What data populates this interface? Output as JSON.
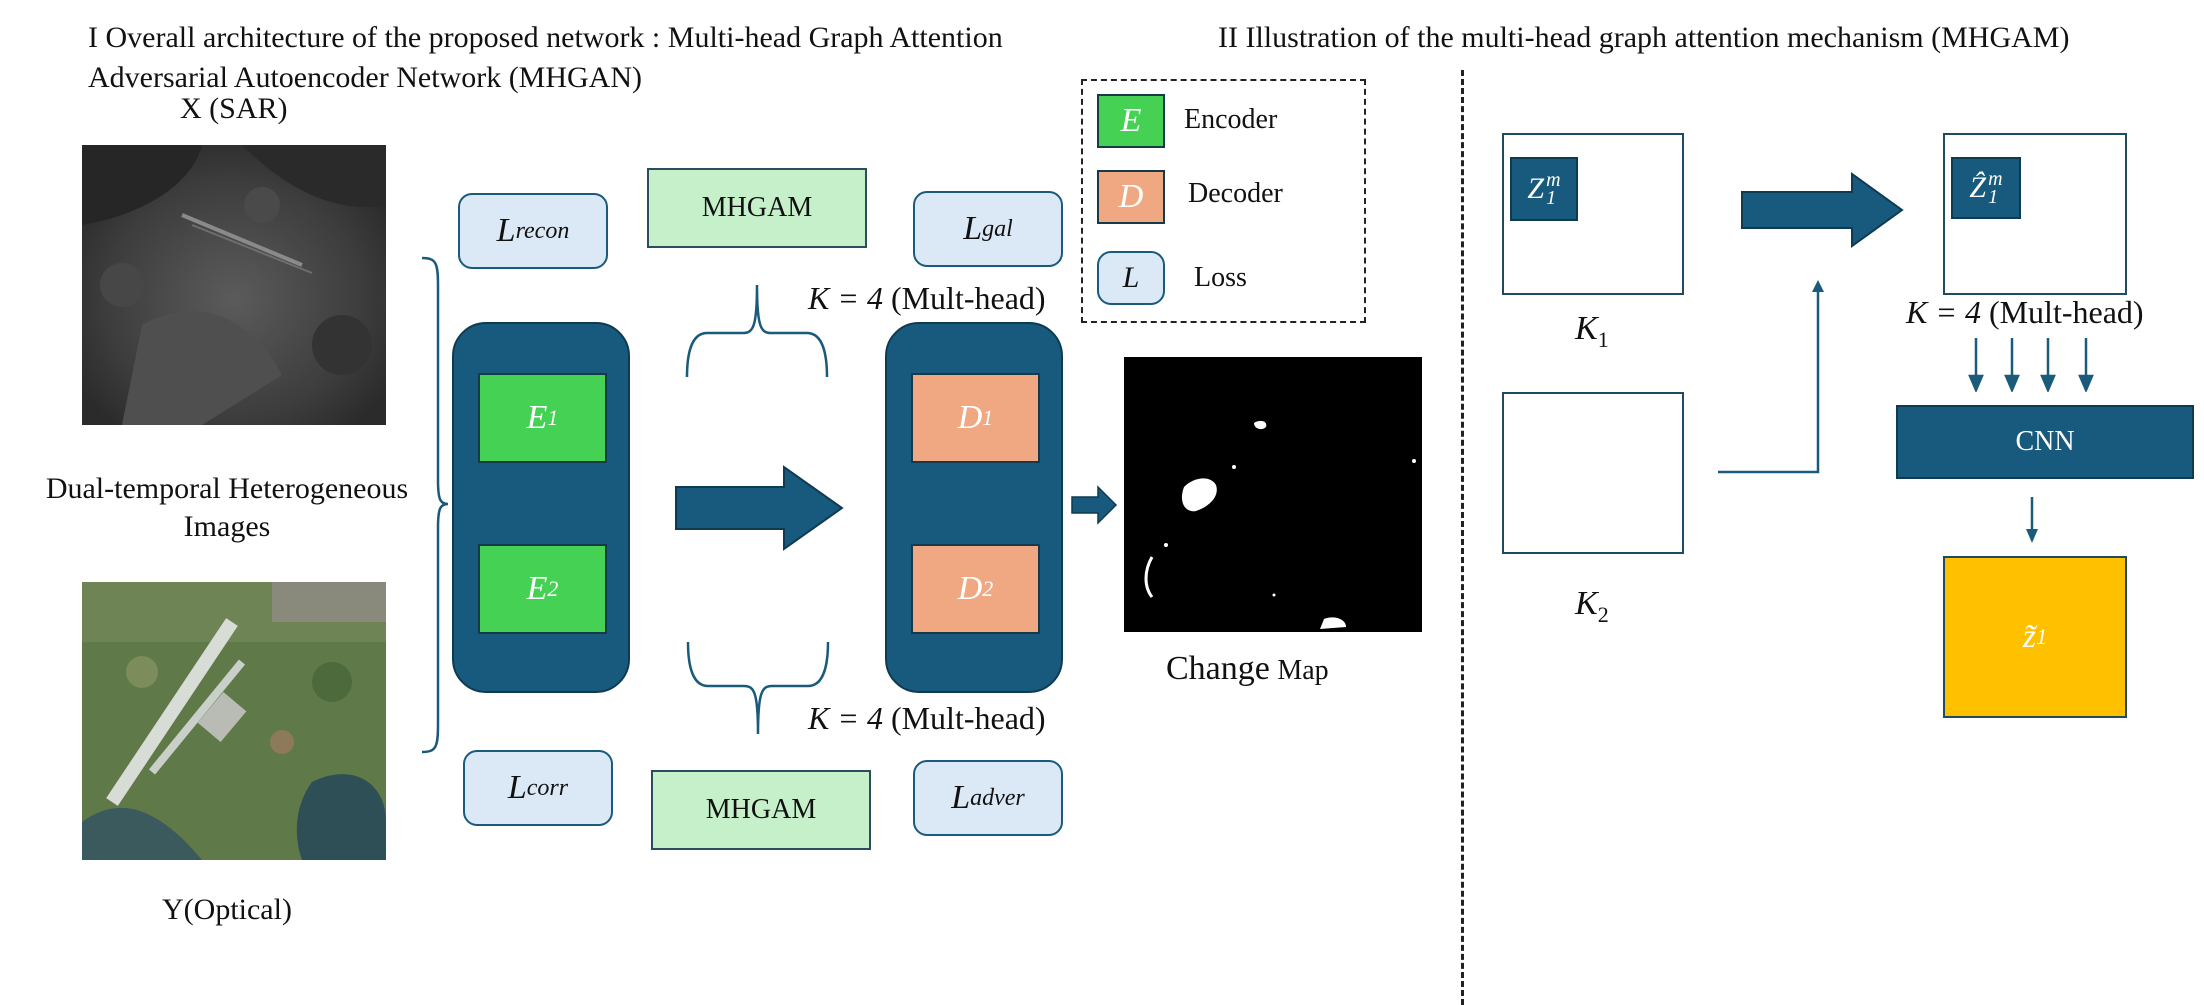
{
  "section_left": {
    "title_line1": "I Overall architecture of the proposed network : Multi-head Graph Attention",
    "title_line2": "Adversarial Autoencoder Network (MHGAN)"
  },
  "section_right": {
    "title": "II Illustration of the multi-head graph attention mechanism (MHGAM)"
  },
  "inputs": {
    "x_label": "X (SAR)",
    "y_label": "Y(Optical)",
    "group_label_line1": "Dual-temporal Heterogeneous",
    "group_label_line2": "Images"
  },
  "losses": {
    "recon": {
      "base": "L",
      "sub": "recon"
    },
    "gal": {
      "base": "L",
      "sub": "gal"
    },
    "corr": {
      "base": "L",
      "sub": "corr"
    },
    "adver": {
      "base": "L",
      "sub": "adver"
    }
  },
  "mhgam": {
    "top_label": "MHGAM",
    "bottom_label": "MHGAM",
    "k_top": "K = 4",
    "k_top_suffix": "(Mult-head)",
    "k_bottom": "K = 4",
    "k_bottom_suffix": "(Mult-head)"
  },
  "encoders": [
    {
      "base": "E",
      "sub": "1"
    },
    {
      "base": "E",
      "sub": "2"
    }
  ],
  "decoders": [
    {
      "base": "D",
      "sub": "1"
    },
    {
      "base": "D",
      "sub": "2"
    }
  ],
  "output": {
    "label_word1": "Change",
    "label_word2": "Map"
  },
  "legend": {
    "items": [
      {
        "symbol": "E",
        "text": "Encoder",
        "color": "#44d154"
      },
      {
        "symbol": "D",
        "text": "Decoder",
        "color": "#f0a882"
      },
      {
        "symbol": "L",
        "text": "Loss",
        "color": "#dbe8f5"
      }
    ]
  },
  "mechanism": {
    "k1": {
      "base": "K",
      "sub": "1"
    },
    "k2": {
      "base": "K",
      "sub": "2"
    },
    "z_in": {
      "base": "Z",
      "sub": "1",
      "sup": "m"
    },
    "z_hat": {
      "base": "Ẑ",
      "sub": "1",
      "sup": "m"
    },
    "k_heads": "K = 4",
    "k_heads_suffix": "(Mult-head)",
    "cnn_label": "CNN",
    "z_tilde": {
      "base": "z̃",
      "sub": "1"
    }
  },
  "colors": {
    "panel_dark": "#185a7d",
    "encoder_green": "#44d154",
    "decoder_peach": "#f0a882",
    "loss_blue": "#dbe8f5",
    "mhgam_green": "#c6f0c9",
    "output_yellow": "#ffc000"
  }
}
